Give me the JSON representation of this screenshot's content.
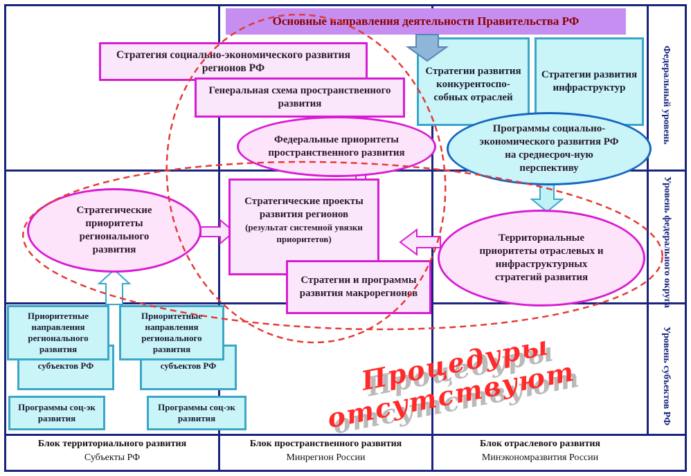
{
  "header_banner": "Основные направления деятельности Правительства РФ",
  "levels": {
    "federal": "Федеральный уровень",
    "district": "Уровень федерального округа",
    "subjects": "Уровень субъектов РФ"
  },
  "boxes": {
    "strategy_social": "Стратегия социально-экономического развития регионов РФ",
    "general_scheme": "Генеральная схема пространственного развития",
    "strategies_competitive": "Стратегии развития конкурентоспо-собных отраслей",
    "strategies_infra": "Стратегии развития инфраструктур",
    "federal_priorities": "Федеральные приоритеты пространственного развития",
    "programs_social": "Программы социально-экономического развития РФ на среднесроч-ную перспективу",
    "strategic_priorities": "Стратегические приоритеты регионального развития",
    "strategic_projects": "Стратегические проекты развития регионов",
    "strategic_projects_note": "(результат системной увязки приоритетов)",
    "territorial_priorities": "Территориальные приоритеты отраслевых и инфраструктурных стратегий развития",
    "macroregion_strategies": "Стратегии и программы развития макрорегионов",
    "priority_directions_1": "Приоритетные направления регионального развития",
    "subjects_rf_1": "субъектов РФ",
    "priority_directions_2": "Приоритетные направления регионального развития",
    "subjects_rf_2": "субъектов РФ",
    "programs_1": "Программы соц-эк развития",
    "programs_2": "Программы соц-эк развития"
  },
  "procedures_line1": "Процедуры",
  "procedures_line2": "отсутствуют",
  "footer": [
    {
      "title": "Блок территориального развития",
      "sub": "Субъекты РФ"
    },
    {
      "title": "Блок пространственного развития",
      "sub": "Минрегион России"
    },
    {
      "title": "Блок отраслевого развития",
      "sub": "Минэкономразвития России"
    }
  ],
  "colors": {
    "grid": "#1a237e",
    "pink_border": "#d81bd3",
    "pink_fill": "#fbe7fb",
    "cyan_fill": "#c9f4f8",
    "banner_fill": "#c58ef0",
    "dashed": "#e53935",
    "procedures_text": "#ff2a2a"
  }
}
